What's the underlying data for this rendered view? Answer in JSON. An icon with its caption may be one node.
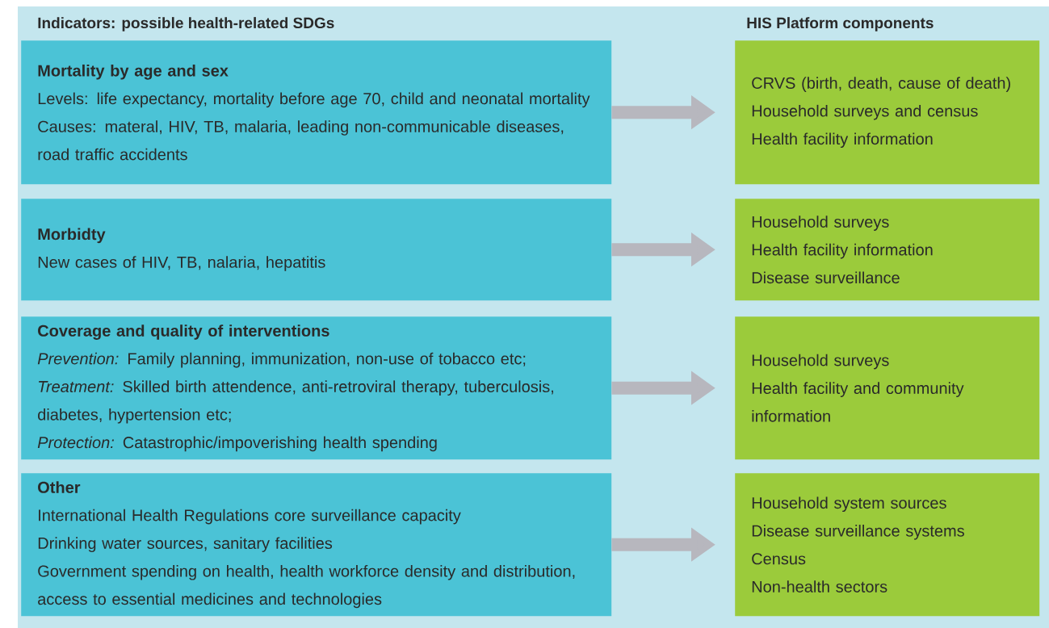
{
  "diagram": {
    "nodes": [
      {
        "text": [
          "**Mortality by age and sex**",
          "Levels: life expectancy, mortality before age 70, child and neonatal mortality",
          "Causes: materal, HIV, TB, malaria, leading non-communicable diseases, road traffic accidents"
        ]
      },
      {
        "text": [
          "CRVS (birth, death, cause of death)",
          "Household surveys and census",
          "Health facility information"
        ]
      },
      {
        "text": [
          "**Morbidty**",
          "New cases of HIV, TB, nalaria, hepatitis"
        ]
      },
      {
        "text": [
          "Household surveys",
          "Health facility information",
          "Disease surveillance"
        ]
      },
      {
        "text": [
          "**Coverage and quality of interventions**",
          "*Prevention:* Family planning, immunization, non-use of tobacco etc;",
          "*Treatment:* Skilled birth attendence, anti-retroviral therapy, tuberculosis, diabetes, hypertension etc;",
          "*Protection:* Catastrophic/impoverishing health spending"
        ]
      },
      {
        "text": [
          "Household surveys",
          "Health facility and community information"
        ]
      },
      {
        "text": [
          "**Other**",
          "International Health Regulations core surveillance capacity",
          "Drinking water sources, sanitary facilities",
          "Government spending on health, health workforce density and distribution, access to essential medicines and technologies"
        ]
      },
      {
        "text": [
          "Household system sources",
          "Disease surveillance systems",
          "Census",
          "Non-health sectors"
        ]
      }
    ],
    "edges": [
      {
        "from": 0,
        "to": 1,
        "arrow": "to"
      },
      {
        "from": 2,
        "to": 3,
        "arrow": "to"
      },
      {
        "from": 4,
        "to": 5,
        "arrow": "to"
      },
      {
        "from": 6,
        "to": 7,
        "arrow": "to"
      }
    ],
    "labels": [
      "Indicators: possible health-related SDGs",
      "HIS Platform components"
    ]
  }
}
